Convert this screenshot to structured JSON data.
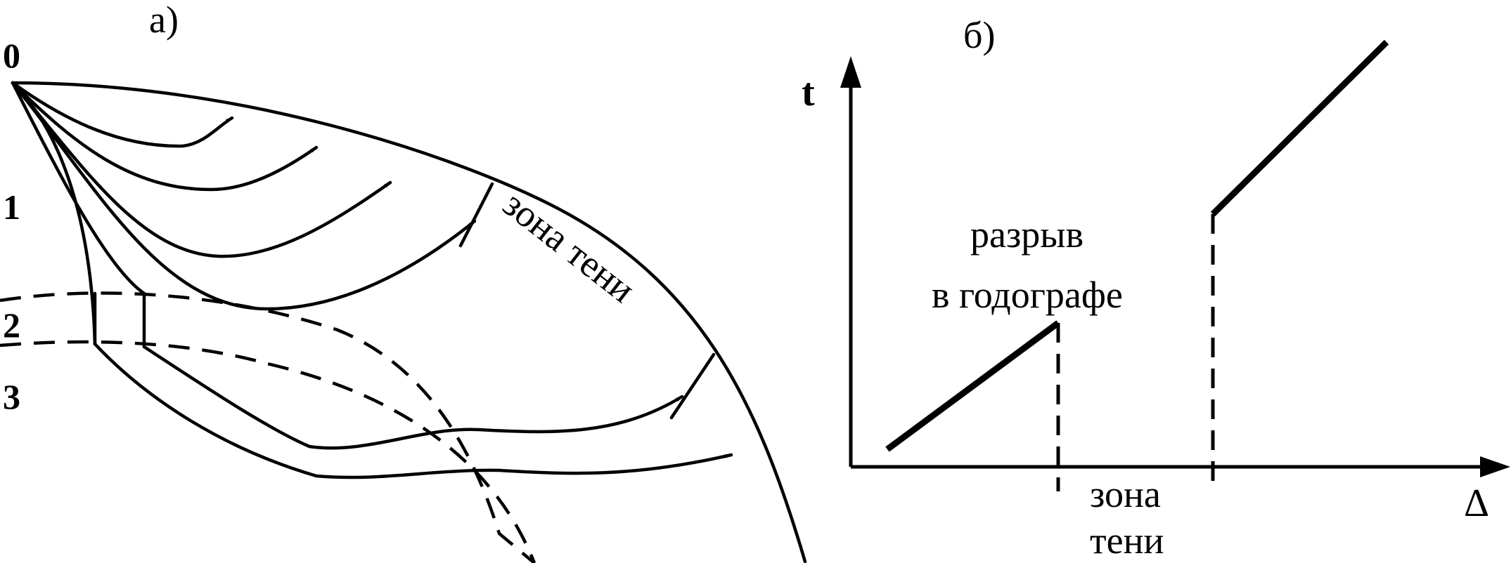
{
  "panel_a": {
    "label": "а)",
    "source_label": "0",
    "layer_labels": [
      "1",
      "2",
      "3"
    ],
    "shadow_zone_label": "зона тени"
  },
  "panel_b": {
    "label": "б)",
    "t_axis_label": "t",
    "delta_axis_label": "Δ",
    "gap_label_line1": "разрыв",
    "gap_label_line2": "в годографе",
    "shadow_zone_line1": "зона",
    "shadow_zone_line2": "тени"
  }
}
